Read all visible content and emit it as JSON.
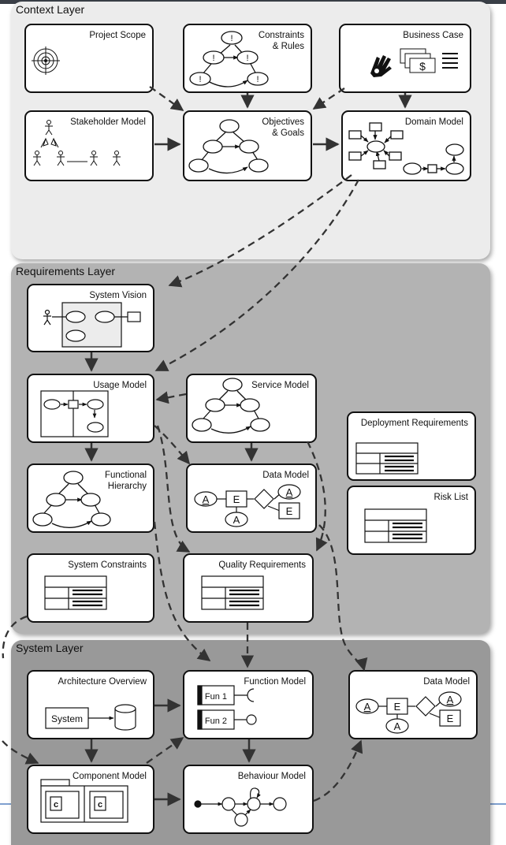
{
  "layers": {
    "context": "Context Layer",
    "requirements": "Requirements Layer",
    "system": "System Layer"
  },
  "boxes": {
    "project_scope": "Project Scope",
    "constraints_rules_1": "Constraints",
    "constraints_rules_2": "& Rules",
    "business_case": "Business Case",
    "stakeholder_model": "Stakeholder Model",
    "objectives_goals_1": "Objectives",
    "objectives_goals_2": "& Goals",
    "domain_model": "Domain Model",
    "system_vision": "System Vision",
    "usage_model": "Usage Model",
    "service_model": "Service Model",
    "deployment_requirements": "Deployment Requirements",
    "functional_hierarchy_1": "Functional",
    "functional_hierarchy_2": "Hierarchy",
    "req_data_model": "Data Model",
    "risk_list": "Risk List",
    "system_constraints": "System Constraints",
    "quality_requirements": "Quality Requirements",
    "architecture_overview": "Architecture Overview",
    "function_model": "Function Model",
    "sys_data_model": "Data Model",
    "component_model": "Component Model",
    "behaviour_model": "Behaviour Model"
  },
  "glyphs": {
    "exclamation": "!",
    "dollar": "$",
    "entity": "E",
    "attribute": "A",
    "fun1": "Fun 1",
    "fun2": "Fun 2",
    "system": "System",
    "component": "c"
  }
}
